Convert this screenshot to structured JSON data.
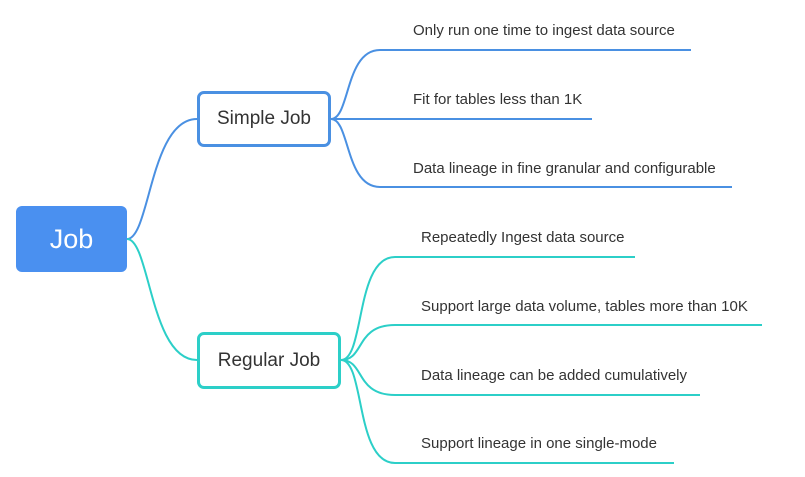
{
  "root": {
    "label": "Job",
    "color": "#4a90f0"
  },
  "branches": [
    {
      "label": "Simple Job",
      "color": "#4a90e2",
      "items": [
        "Only run one time to ingest data source",
        "Fit for tables less than 1K",
        "Data lineage in fine granular and configurable"
      ]
    },
    {
      "label": "Regular Job",
      "color": "#2ccfc8",
      "items": [
        "Repeatedly Ingest data source",
        "Support large data volume, tables more than 10K",
        "Data lineage can be added cumulatively",
        "Support lineage in one single-mode"
      ]
    }
  ]
}
